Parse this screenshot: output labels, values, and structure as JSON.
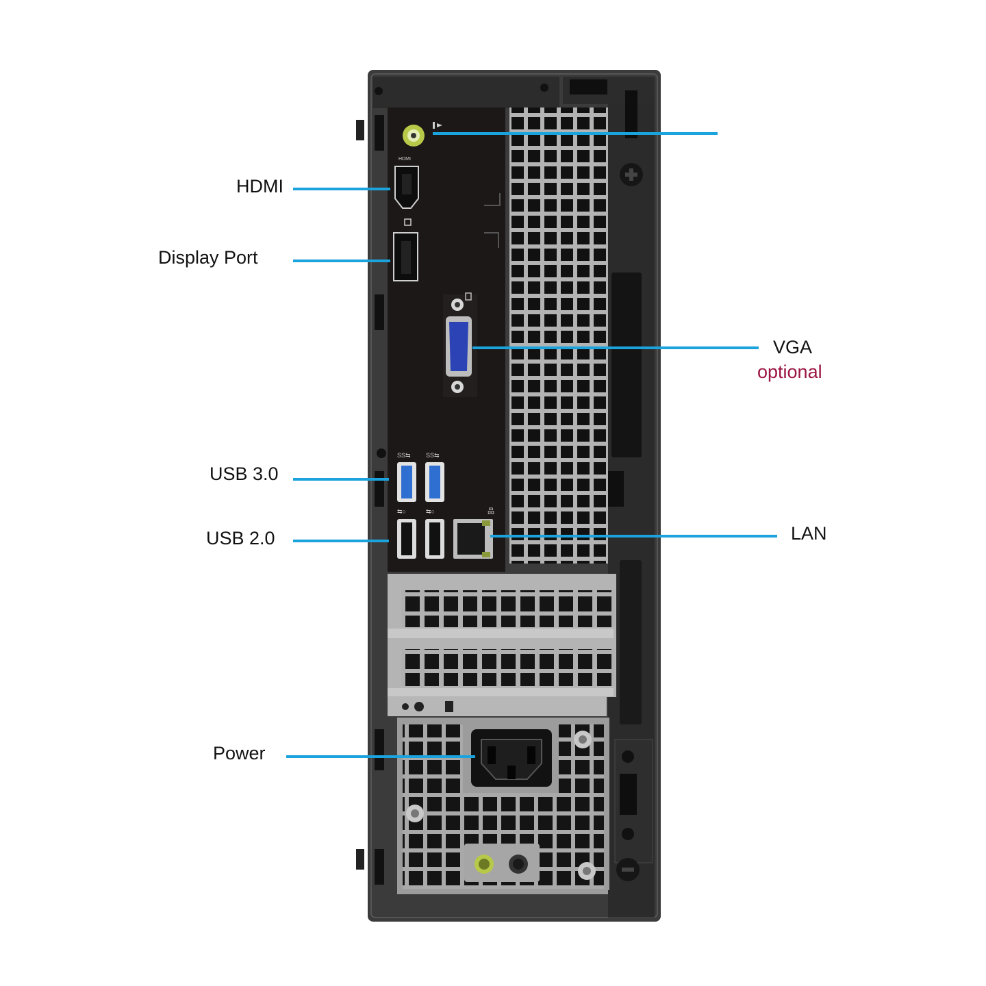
{
  "labels": {
    "hdmi": "HDMI",
    "display_port": "Display Port",
    "usb30": "USB 3.0",
    "usb20": "USB 2.0",
    "power": "Power",
    "vga": "VGA",
    "vga_note": "optional",
    "lan": "LAN"
  },
  "colors": {
    "callout_line": "#1aa3dc",
    "optional_text": "#9b1542",
    "chassis": "#3a3a3a",
    "panel": "#1b1717",
    "metal": "#b9b9b9",
    "usb3_blue": "#2f6fd2",
    "vga_blue": "#2b43b5",
    "audio_green": "#b8c94a"
  }
}
